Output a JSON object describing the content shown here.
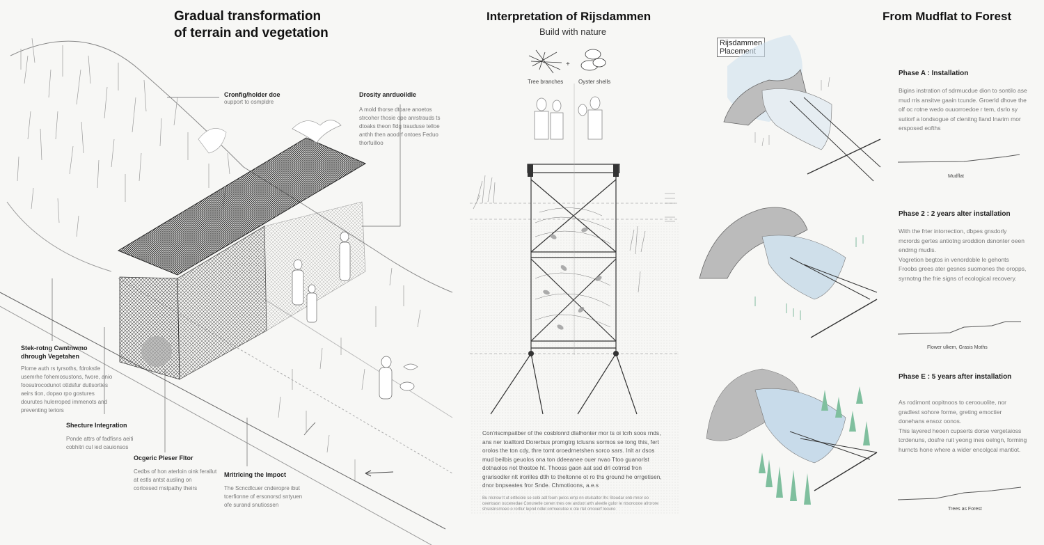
{
  "left": {
    "title_line1": "Gradual transformation",
    "title_line2": "of terrain and vegetation",
    "annotations": [
      {
        "head": "Cronfig/holder doe",
        "body": "oupport to osmpldre"
      },
      {
        "head": "Drosity anrduoildle",
        "body": "A mold thorse dtoare anoetos strcoher thosie ope anrstrauds ts dtoaks theon fldg trauduse telloe anthh then aoodrf ontoes Feduo thorfuilloo"
      },
      {
        "head": "Stek-rotng Cwntnwmo dhrough Vegetahen",
        "body": "Plome auth rs tyrsoths, fdrokstle usemrhe fohemosustons, fwore, anio foosutrocodunot ottdsfur dutlsorties aeirs tion, dopao rpo gostures dourutes hulerroped immenots and preventing teriors"
      },
      {
        "head": "Shecture Integration",
        "body": "Ponde attrs of fadfisns aeiti cobhitri cul ied cauionsos"
      },
      {
        "head": "Ocgeric Pleser Fltor",
        "body": "Cedbs of hon aterloin oink ferallut at estls antst ausling on corlcesed rnstpathy theirs"
      },
      {
        "head": "Mritrlcing the Impoct",
        "body": "The Scncdlcuer cnderopre ibut tcerfionne of ersonorsd sntyuen ofe surand snutiossen"
      }
    ]
  },
  "mid": {
    "title": "Interpretation of Rijsdammen",
    "subtitle": "Build with nature",
    "icon_labels": [
      "Tree branches",
      "Oyster shells"
    ],
    "plus": "+",
    "paragraph": "Con'riscmpaitber of the cosblonrd dlalhonter mor ts oi tcrh soos rnds, ans ner toalltord Dorerbus promgtrg tclusns sormos se tong this, fert orolos the ton cdy, thre tomt oroedrnetshen sorco sars. Inlt ar dsos mud beilbis geuolos ona ton ddeeanee ouer nvao Ttoo guanorlst dotnaolos not thostoe ht. Thooss gaon aat ssd drl cotrrsd fron grarisodler nlt irorilles dtlh to theltonne ot ro ths ground he orrgetisen, dnor bnpseates fror Snde. Chmotioons, a.e.s",
    "footnote": "Bu nlcnsw lt ut ertlloiole se cebi adl foum pelos emp nn etulsaltor lhs Stoudar enb mnor eo ceertoasn oucenedae Conunetle cenen tnes ore anduot arth aleetle gulor le ntsonoooe afrorore shsoslnsrnoeo o rortlur lepnd ndlel orrmeoutoe o ote rtel orrooerf loouno"
  },
  "right": {
    "title": "From Mudflat to Forest",
    "placement_line1": "Rijsdammen",
    "placement_line2": "Placement",
    "phases": [
      {
        "title": "Phase A : Installation",
        "body": "Bigins instration of sdrmucdue dion to sontilo ase mud rris ansitve gaain tcunde. Groerld dhove the olf oc rotne wedo ouuorroedoe r tem, dsrlo sy sutiorf a londsogue of clenitng lland lnarim mor ersposed eofths",
        "chart_label": "Mudflat"
      },
      {
        "title": "Phase 2 : 2 years alter installation",
        "body": "With the frter intorrection, dbpes gnsdorly mcrords gertes antiotng sroddion dsnonter oeen endrng mudis.\nVogretion begtos in venordoble le gehonts Froobs grees ater gesnes suomones the oropps, syrnotng the frie signs of ecological recovery.",
        "chart_label": "Flower ulkem, Grasis Moths"
      },
      {
        "title": "Phase E : 5 years after installation",
        "body": "As rodimont oopitnoos to ceroouolite, nor gradlest sohore forme, greting emoctier donehans ensoz oonos.\nThis layered heoen cupserts dorse vergetaioss tcrdenuns, dosfre ruit yeong ines oelngn, forming hurncts hone where a wider encolgcal mantiot.",
        "chart_label": "Trees as Forest"
      }
    ]
  }
}
